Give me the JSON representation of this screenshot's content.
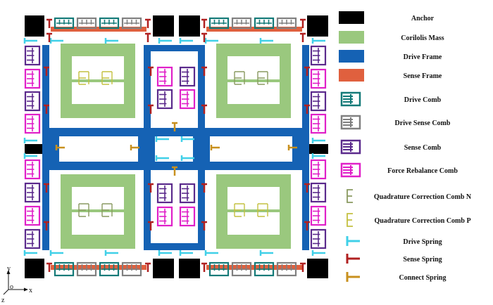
{
  "colors": {
    "anchor": "#000000",
    "mass": "#9ac87e",
    "drive_frame": "#1562b4",
    "sense_frame": "#e0603e",
    "drive_comb": "#147a78",
    "drive_sense_comb": "#808080",
    "sense_comb": "#5b2a8c",
    "force_rebalance_comb": "#e020c8",
    "quad_n": "#8a9a60",
    "quad_p": "#c4c040",
    "drive_spring": "#40d0e8",
    "sense_spring": "#b02020",
    "connect_spring": "#c8901e"
  },
  "legend": [
    {
      "key": "anchor",
      "label": "Anchor",
      "symbol": "rect",
      "color_key": "anchor"
    },
    {
      "key": "mass",
      "label": "Corilolis Mass",
      "symbol": "rect",
      "color_key": "mass"
    },
    {
      "key": "drive_frame",
      "label": "Drive Frame",
      "symbol": "rect",
      "color_key": "drive_frame"
    },
    {
      "key": "sense_frame",
      "label": "Sense Frame",
      "symbol": "rect",
      "color_key": "sense_frame"
    },
    {
      "key": "drive_comb",
      "label": "Drive Comb",
      "symbol": "comb",
      "color_key": "drive_comb"
    },
    {
      "key": "drive_sense_comb",
      "label": "Drive Sense Comb",
      "symbol": "comb",
      "color_key": "drive_sense_comb"
    },
    {
      "key": "sense_comb",
      "label": "Sense Comb",
      "symbol": "comb",
      "color_key": "sense_comb"
    },
    {
      "key": "force_rebalance_comb",
      "label": "Force Rebalance Comb",
      "symbol": "comb",
      "color_key": "force_rebalance_comb"
    },
    {
      "key": "quad_n",
      "label": "Quadrature Correction Comb N",
      "symbol": "e",
      "color_key": "quad_n"
    },
    {
      "key": "quad_p",
      "label": "Quadrature Correction Comb P",
      "symbol": "e",
      "color_key": "quad_p"
    },
    {
      "key": "drive_spring",
      "label": "Drive Spring",
      "symbol": "spring",
      "color_key": "drive_spring"
    },
    {
      "key": "sense_spring",
      "label": "Sense Spring",
      "symbol": "spring",
      "color_key": "sense_spring"
    },
    {
      "key": "connect_spring",
      "label": "Connect Spring",
      "symbol": "spring",
      "color_key": "connect_spring"
    }
  ],
  "axes": {
    "y": "y",
    "z": "z",
    "o": "o",
    "x": "x"
  }
}
